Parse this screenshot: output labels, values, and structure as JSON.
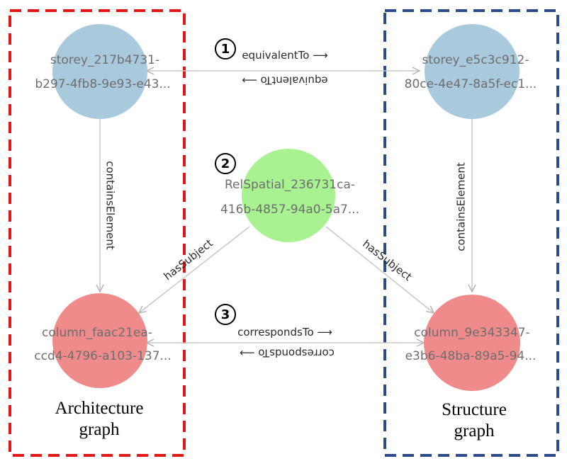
{
  "groups": {
    "architecture": {
      "line1": "Architecture",
      "line2": "graph",
      "color": "#e01818"
    },
    "structure": {
      "line1": "Structure",
      "line2": "graph",
      "color": "#2d4a8a"
    }
  },
  "nodes": {
    "arch_storey": {
      "line1": "storey_217b4731-",
      "line2": "b297-4fb8-9e93-e43...",
      "color": "#a9c9dd"
    },
    "struct_storey": {
      "line1": "storey_e5c3c912-",
      "line2": "80ce-4e47-8a5f-ec1...",
      "color": "#a9c9dd"
    },
    "relspatial": {
      "line1": "RelSpatial_236731ca-",
      "line2": "416b-4857-94a0-5a7...",
      "color": "#a8f291"
    },
    "arch_column": {
      "line1": "column_faac21ea-",
      "line2": "ccd4-4796-a103-137...",
      "color": "#ef8b8b"
    },
    "struct_column": {
      "line1": "column_9e343347-",
      "line2": "e3b6-48ba-89a5-94...",
      "color": "#ef8b8b"
    }
  },
  "edges": {
    "equivalent_fwd": "equivalentTo ⟶",
    "equivalent_back": "equivalentTo ⟶",
    "contains_left": "containsElement",
    "contains_right": "containsElement",
    "has_subject_left": "hasSubject",
    "has_subject_right": "hasSubject",
    "corresponds_fwd": "correspondsTo ⟶",
    "corresponds_back": "correspondsTo ⟶"
  },
  "markers": {
    "m1": "1",
    "m2": "2",
    "m3": "3"
  }
}
